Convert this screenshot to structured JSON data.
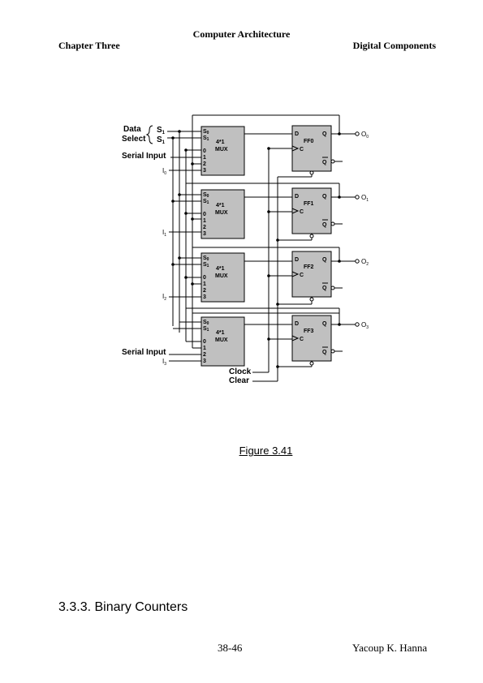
{
  "header": {
    "title": "Computer Architecture",
    "chapter": "Chapter Three",
    "section": "Digital Components"
  },
  "figure": {
    "caption": "Figure 3.41",
    "data_select_label_1": "Data",
    "data_select_label_2": "Select",
    "s0": "S",
    "s1": "S",
    "serial_input_top": "Serial Input",
    "serial_input_bottom": "Serial Input",
    "clock": "Clock",
    "clear": "Clear",
    "mux_label_line1": "4*1",
    "mux_label_line2": "MUX",
    "inputs": [
      "I",
      "I",
      "I",
      "I"
    ],
    "outputs": [
      "O",
      "O",
      "O",
      "O"
    ],
    "flip_flops": [
      "FF0",
      "FF1",
      "FF2",
      "FF3"
    ],
    "d_pin": "D",
    "c_pin": "C",
    "q_pin": "Q",
    "qbar_pin": "Q",
    "mux_pins": [
      "0",
      "1",
      "2",
      "3"
    ]
  },
  "subheading": "3.3.3. Binary Counters",
  "footer": {
    "page": "38-46",
    "author": "Yacoup K. Hanna"
  }
}
